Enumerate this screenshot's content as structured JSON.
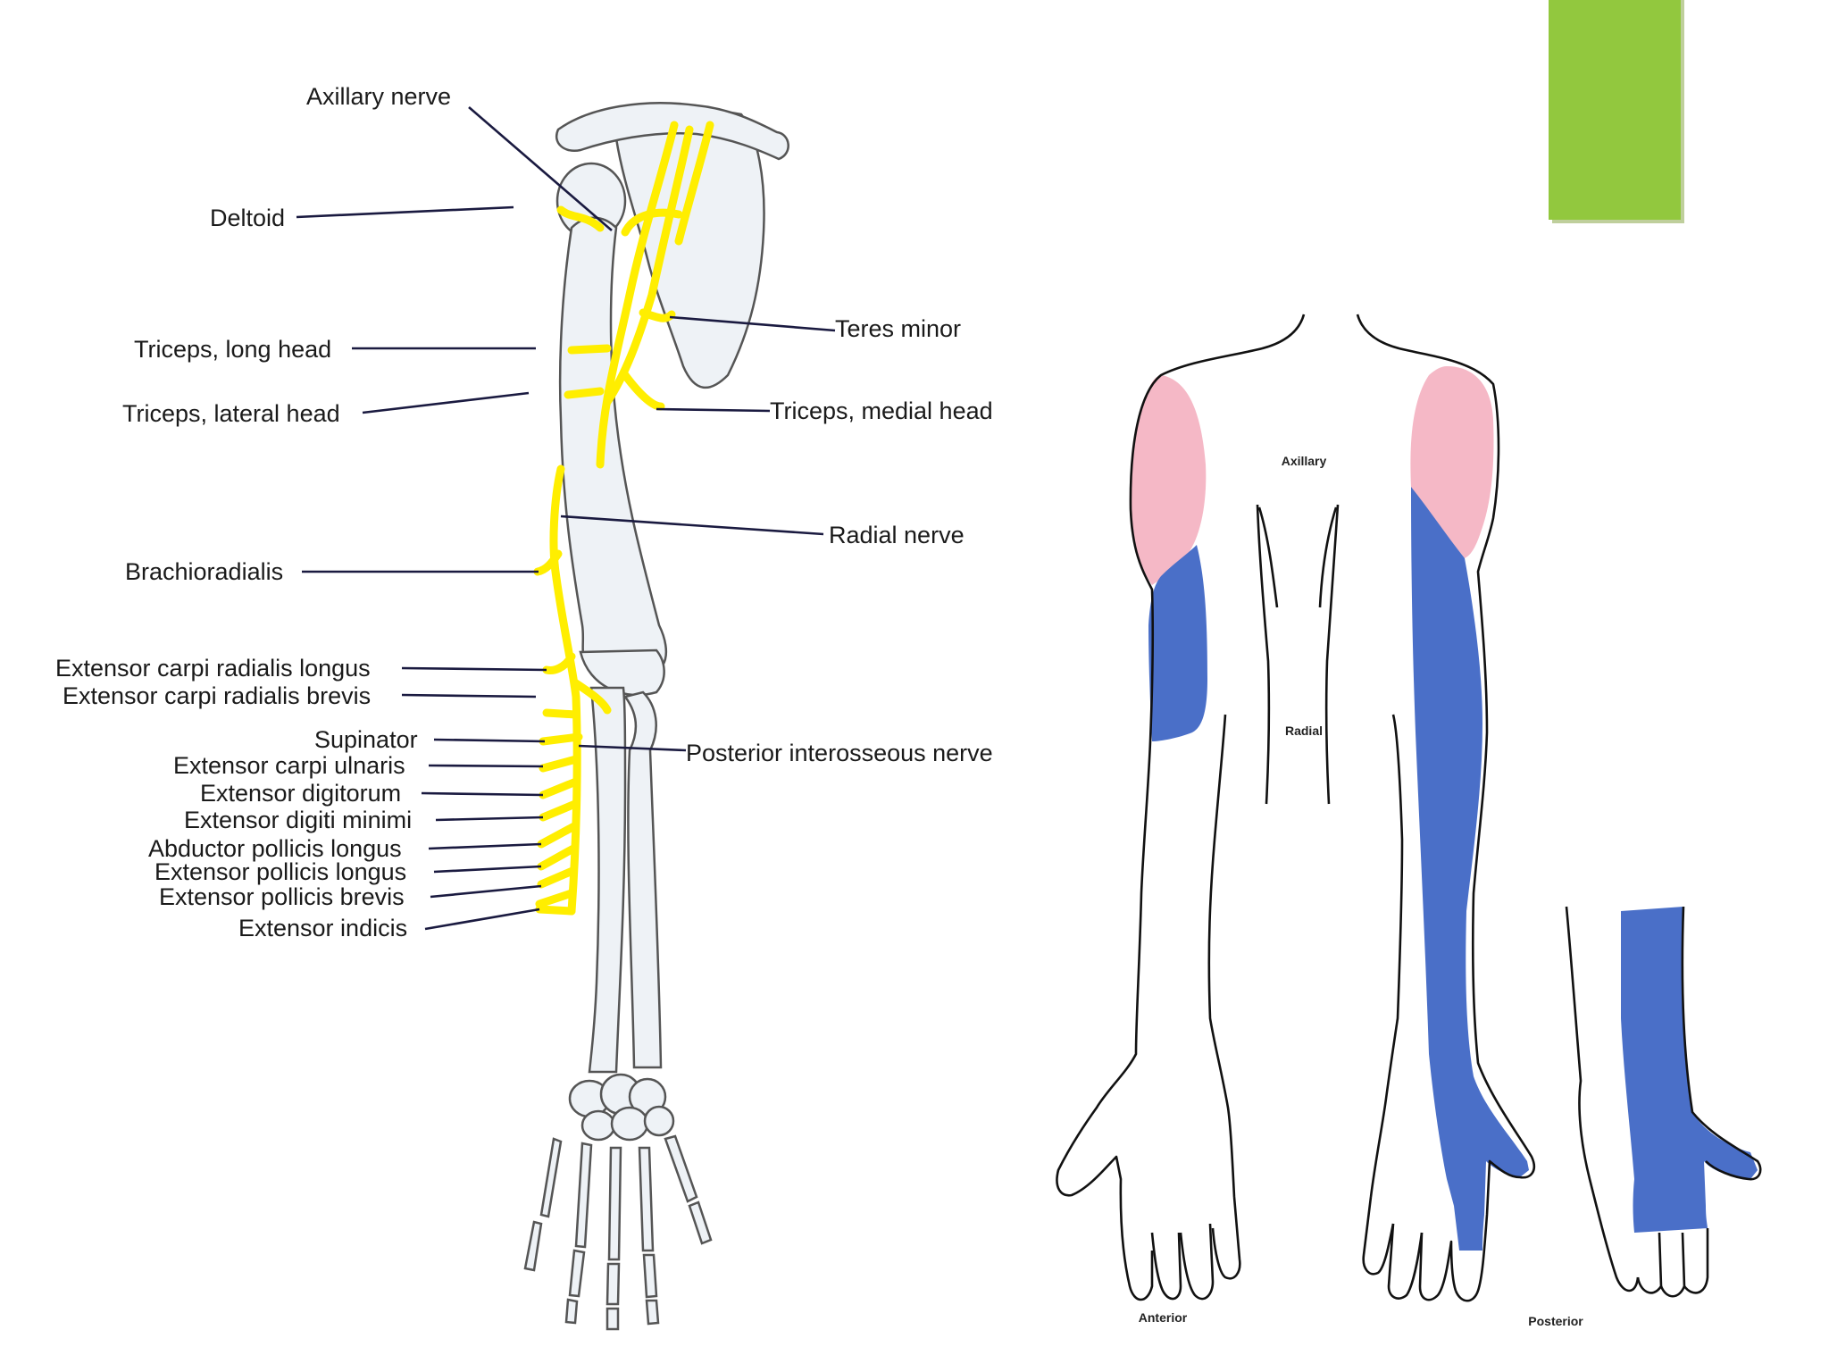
{
  "colors": {
    "accent_block": "#92c83e",
    "nerve": "#ffee00",
    "leader": "#1a1a40",
    "axillary_zone": "#f5b8c6",
    "radial_zone": "#4a6fc8"
  },
  "nerve_diagram": {
    "labels": {
      "axillary_nerve": "Axillary nerve",
      "deltoid": "Deltoid",
      "teres_minor": "Teres minor",
      "triceps_long": "Triceps, long head",
      "triceps_lateral": "Triceps, lateral head",
      "triceps_medial": "Triceps, medial head",
      "radial_nerve": "Radial nerve",
      "brachioradialis": "Brachioradialis",
      "ecrl": "Extensor carpi radialis longus",
      "ecrb": "Extensor carpi radialis brevis",
      "supinator": "Supinator",
      "posterior_interosseous": "Posterior interosseous nerve",
      "ecu": "Extensor carpi ulnaris",
      "ext_digitorum": "Extensor digitorum",
      "ext_digiti_minimi": "Extensor digiti minimi",
      "apl": "Abductor pollicis longus",
      "epl": "Extensor pollicis longus",
      "epb": "Extensor pollicis brevis",
      "ext_indicis": "Extensor indicis"
    }
  },
  "sensory_diagram": {
    "labels": {
      "axillary": "Axillary",
      "radial": "Radial",
      "anterior": "Anterior",
      "posterior": "Posterior"
    }
  }
}
